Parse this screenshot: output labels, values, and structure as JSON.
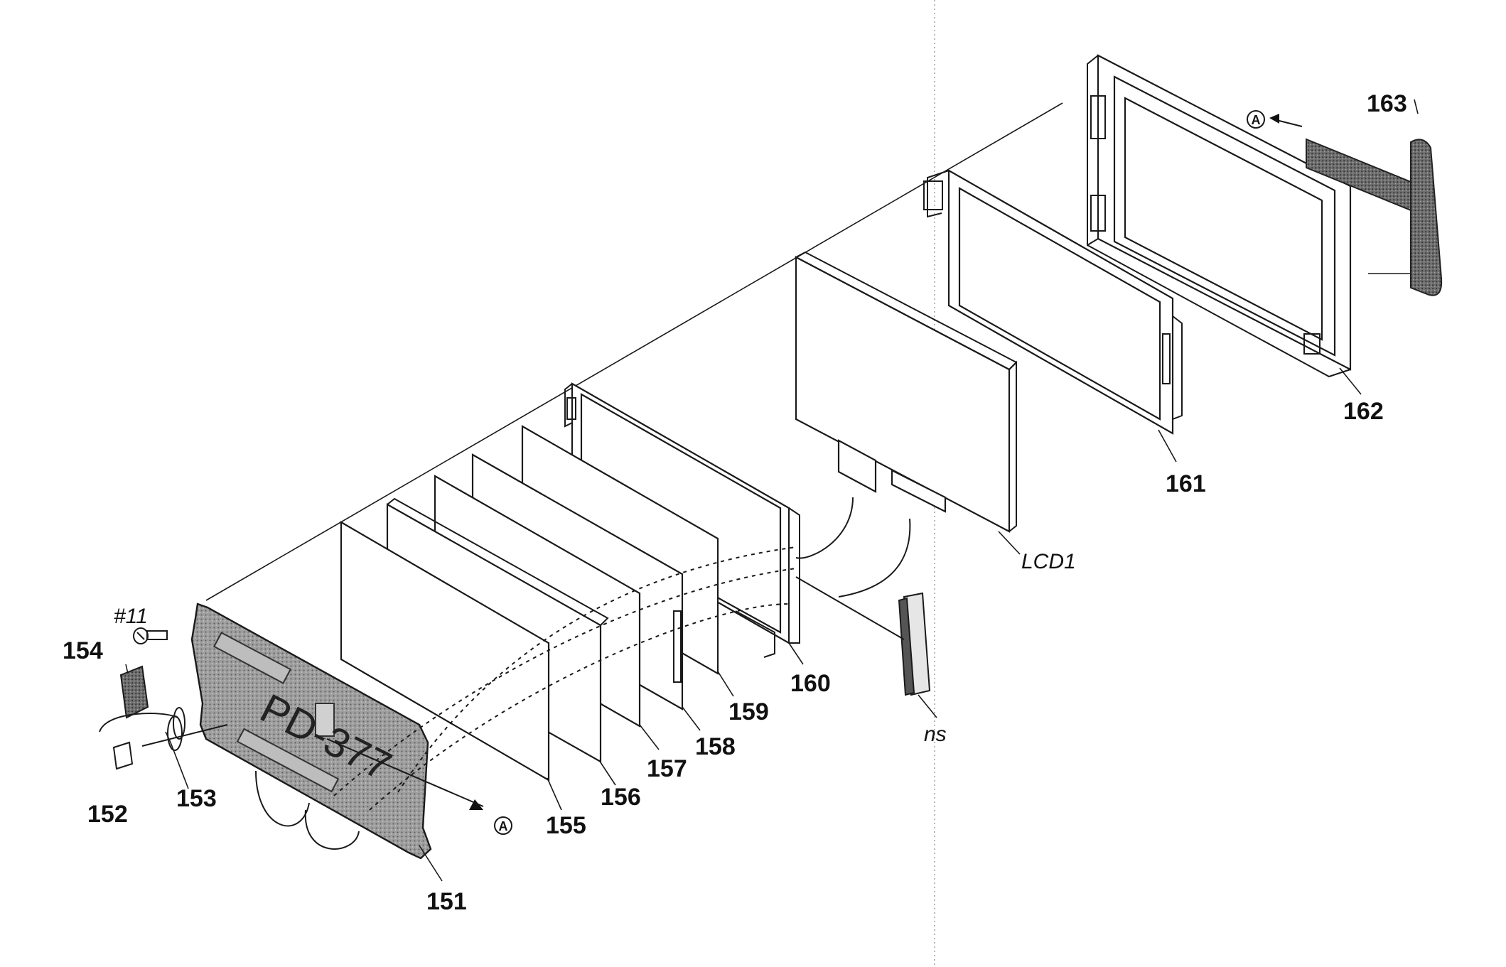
{
  "diagram": {
    "callouts": {
      "p151": "151",
      "p152": "152",
      "p153": "153",
      "p154": "154",
      "p155": "155",
      "p156": "156",
      "p157": "157",
      "p158": "158",
      "p159": "159",
      "p160": "160",
      "p161": "161",
      "p162": "162",
      "p163": "163",
      "screw": "#11",
      "lcd": "LCD1",
      "ns": "ns"
    },
    "pcb_marking": "PD-377",
    "ref_marker": "A"
  }
}
